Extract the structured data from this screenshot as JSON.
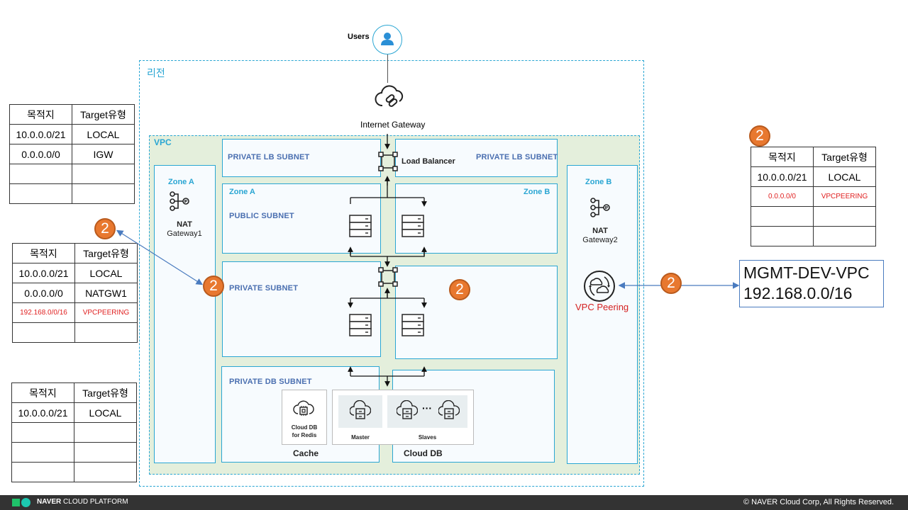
{
  "diagram": {
    "region_label": "리전",
    "vpc_label": "VPC",
    "users_label": "Users",
    "internet_gateway_label": "Internet Gateway",
    "load_balancer_label": "Load Balancer",
    "private_lb_subnet_left": "PRIVATE  LB SUBNET",
    "private_lb_subnet_right": "PRIVATE  LB SUBNET",
    "zone_a_label": "Zone A",
    "zone_b_label": "Zone B",
    "public_subnet_label": "PUBLIC SUBNET",
    "private_subnet_label": "PRIVATE  SUBNET",
    "private_db_subnet_label": "PRIVATE  DB SUBNET",
    "nat_gateway1_label": [
      "NAT",
      "Gateway1"
    ],
    "nat_gateway2_label": [
      "NAT",
      "Gateway2"
    ],
    "vpc_peering_label": "VPC Peering",
    "cache_label": "Cache",
    "cloud_db_label": "Cloud DB",
    "redis_label": [
      "Cloud DB",
      "for Redis"
    ],
    "master_label": "Master",
    "slaves_label": "Slaves",
    "ellipsis": "···",
    "badge_number": "2",
    "mgmt_vpc": {
      "name": "MGMT-DEV-VPC",
      "cidr": "192.168.0.0/16"
    }
  },
  "route_tables": {
    "headers": [
      "목적지",
      "Target유형"
    ],
    "public": [
      [
        "10.0.0.0/21",
        "LOCAL"
      ],
      [
        "0.0.0.0/0",
        "IGW"
      ],
      [
        "",
        ""
      ],
      [
        "",
        ""
      ]
    ],
    "private": [
      [
        "10.0.0.0/21",
        "LOCAL"
      ],
      [
        "0.0.0.0/0",
        "NATGW1"
      ],
      [
        "192.168.0/0/16",
        "VPCPEERING"
      ],
      [
        "",
        ""
      ]
    ],
    "db": [
      [
        "10.0.0.0/21",
        "LOCAL"
      ],
      [
        "",
        ""
      ],
      [
        "",
        ""
      ],
      [
        "",
        ""
      ]
    ],
    "mgmt": [
      [
        "10.0.0.0/21",
        "LOCAL"
      ],
      [
        "0.0.0.0/0",
        "VPCPEERING"
      ],
      [
        "",
        ""
      ],
      [
        "",
        ""
      ]
    ]
  },
  "colors": {
    "accent": "#2aa6d3",
    "badge": "#e8782f",
    "highlight_red": "#e02020",
    "vpc_bg": "#e4efdc"
  },
  "footer": {
    "brand_bold": "NAVER",
    "brand_rest": " CLOUD PLATFORM",
    "copyright": "© NAVER Cloud Corp, All Rights Reserved."
  }
}
